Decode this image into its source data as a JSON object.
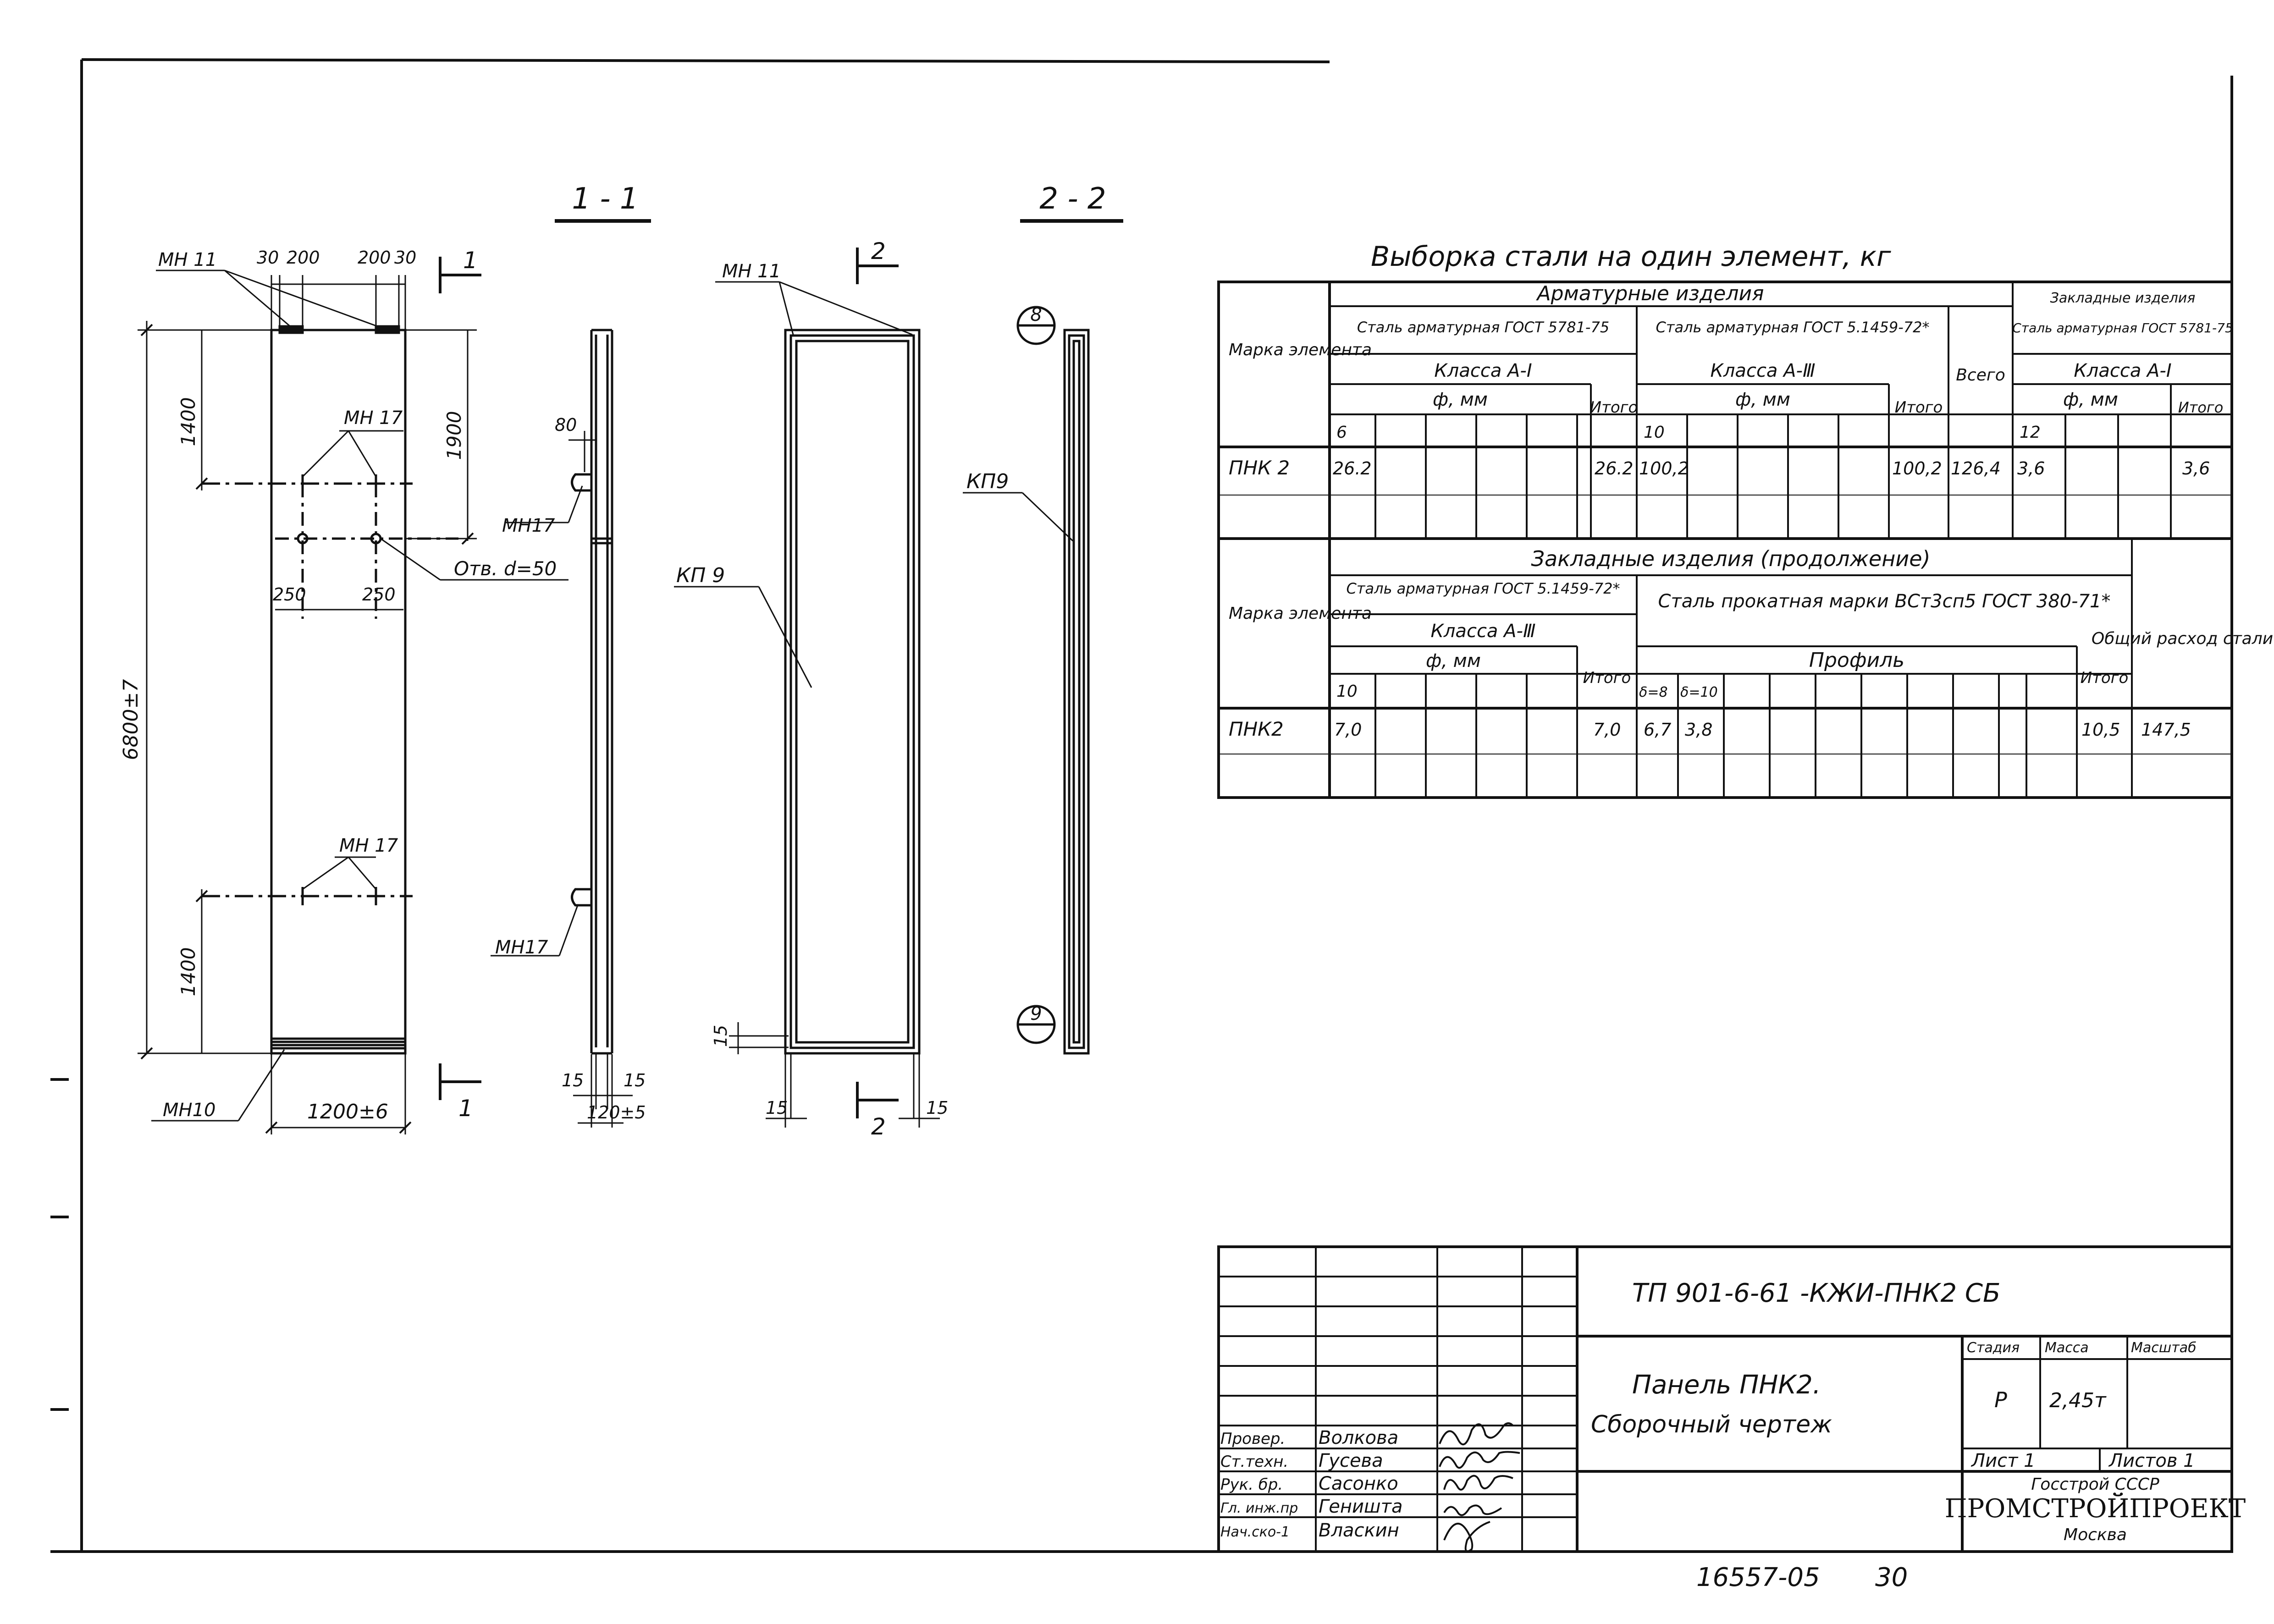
{
  "sections": {
    "s11": "1 - 1",
    "s22": "2 - 2",
    "cut1a": "1",
    "cut1b": "1",
    "cut2a": "2",
    "cut2b": "2"
  },
  "left_view": {
    "mh11": "МН 11",
    "d30a": "30",
    "d200a": "200",
    "d200b": "200",
    "d30b": "30",
    "mh17a": "МН 17",
    "d1400a": "1400",
    "d1900": "1900",
    "d250a": "250",
    "d250b": "250",
    "hole": "Отв. d=50",
    "d6800": "6800±7",
    "mh17b": "МН 17",
    "d1400b": "1400",
    "mh10": "МН10",
    "d1200": "1200±6"
  },
  "side_view": {
    "d80": "80",
    "mh17a": "МН17",
    "mh17b": "МН17",
    "d15a": "15",
    "d15b": "15",
    "d120": "120±5"
  },
  "front_view": {
    "mh11": "МН 11",
    "kp9": "КП 9",
    "d15a": "15",
    "d15b": "15",
    "d15c": "15"
  },
  "section22": {
    "kp9": "КП9",
    "c8": "8",
    "c9": "9"
  },
  "steel": {
    "title": "Выборка стали на один элемент, кг",
    "t1": {
      "marka": "Марка элемента",
      "arm": "Арматурные изделия",
      "zakl": "Закладные изделия",
      "stal1": "Сталь арматурная ГОСТ 5781-75",
      "stal2": "Сталь арматурная ГОСТ 5.1459-72*",
      "stal3": "Сталь арматурная ГОСТ 5781-75",
      "kl1": "Класса А-I",
      "kl2": "Класса А-Ⅲ",
      "kl3": "Класса А-I",
      "fmm1": "ф, мм",
      "fmm2": "ф, мм",
      "fmm3": "ф, мм",
      "itogo1": "Итого",
      "itogo2": "Итого",
      "itogo3": "Итого",
      "vsego": "Всего",
      "h6": "6",
      "h10": "10",
      "h12": "12",
      "row_mark": "ПНК 2",
      "v1": "26.2",
      "v1i": "26.2",
      "v2": "100,2",
      "v2i": "100,2",
      "vs": "126,4",
      "v3": "3,6",
      "v3i": "3,6"
    },
    "t2": {
      "marka": "Марка элемента",
      "head": "Закладные изделия (продолжение)",
      "stal1": "Сталь арматурная ГОСТ 5.1459-72*",
      "stal2": "Сталь прокатная марки ВСт3сп5 ГОСТ 380-71*",
      "kl1": "Класса А-Ⅲ",
      "fmm": "ф, мм",
      "profil": "Профиль",
      "itogo1": "Итого",
      "itogo2": "Итого",
      "obsh": "Общий расход стали",
      "h10": "10",
      "d8": "δ=8",
      "d10": "δ=10",
      "row_mark": "ПНК2",
      "v1": "7,0",
      "v1i": "7,0",
      "vd8": "6,7",
      "vd10": "3,8",
      "vi2": "10,5",
      "vtot": "147,5"
    }
  },
  "stamp": {
    "code": "ТП 901-6-61 -КЖИ-ПНК2 СБ",
    "name1": "Панель ПНК2.",
    "name2": "Сборочный чертеж",
    "stadia_h": "Стадия",
    "massa_h": "Масса",
    "masht_h": "Масштаб",
    "stadia": "Р",
    "massa": "2,45т",
    "list": "Лист 1",
    "listov": "Листов 1",
    "org1": "Госстрой СССР",
    "org2": "ПРОМСТРОЙПРОЕКТ",
    "org3": "Москва",
    "people": [
      {
        "role": "Провер.",
        "name": "Волкова"
      },
      {
        "role": "Ст.техн.",
        "name": "Гусева"
      },
      {
        "role": "Рук. бр.",
        "name": "Сасонко"
      },
      {
        "role": "Гл. инж.пр",
        "name": "Геништа"
      },
      {
        "role": "Нач.ско-1",
        "name": "Власкин"
      }
    ]
  },
  "footer": {
    "number": "16557-05",
    "page": "30"
  }
}
